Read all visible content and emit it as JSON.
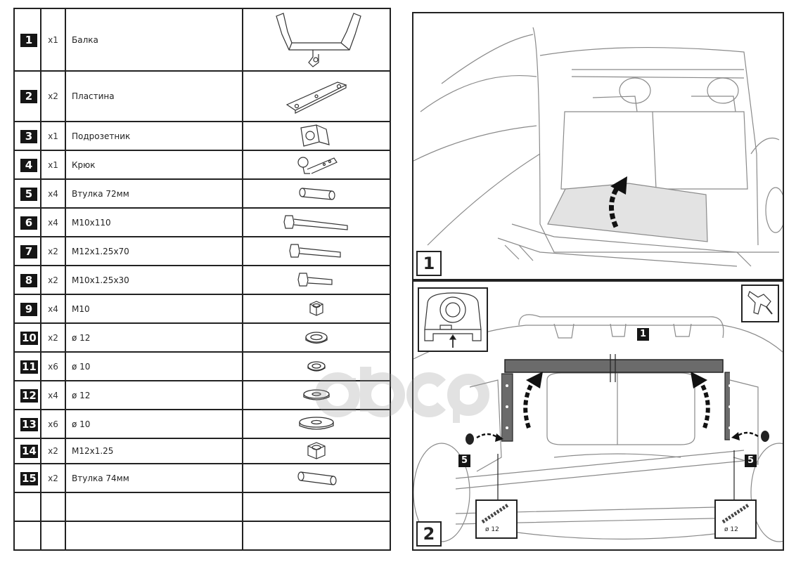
{
  "parts": [
    {
      "number": "1",
      "qty": "x1",
      "name": "Балка"
    },
    {
      "number": "2",
      "qty": "x2",
      "name": "Пластина"
    },
    {
      "number": "3",
      "qty": "x1",
      "name": "Подрозетник"
    },
    {
      "number": "4",
      "qty": "x1",
      "name": "Крюк"
    },
    {
      "number": "5",
      "qty": "x4",
      "name": "Втулка 72мм"
    },
    {
      "number": "6",
      "qty": "x4",
      "name": "M10x110"
    },
    {
      "number": "7",
      "qty": "x2",
      "name": "M12x1.25x70"
    },
    {
      "number": "8",
      "qty": "x2",
      "name": "M10x1.25x30"
    },
    {
      "number": "9",
      "qty": "x4",
      "name": "M10"
    },
    {
      "number": "10",
      "qty": "x2",
      "name": "ø 12"
    },
    {
      "number": "11",
      "qty": "x6",
      "name": "ø 10"
    },
    {
      "number": "12",
      "qty": "x4",
      "name": "ø 12"
    },
    {
      "number": "13",
      "qty": "x6",
      "name": "ø 10"
    },
    {
      "number": "14",
      "qty": "x2",
      "name": "M12x1.25"
    },
    {
      "number": "15",
      "qty": "x2",
      "name": "Втулка 74мм"
    }
  ],
  "steps": {
    "step1": "1",
    "step2": "2"
  },
  "callouts": {
    "beam": "1",
    "sleeve_left": "5",
    "sleeve_right": "5"
  },
  "insets": {
    "drill_left_label": "ø 12",
    "drill_right_label": "ø 12"
  },
  "watermark": {
    "text": "abcp",
    "color": "#9a9a9a"
  },
  "colors": {
    "line": "#222222",
    "badge": "#151515",
    "floor_mat": "#e3e3e3",
    "beam": "#6b6b6b"
  }
}
